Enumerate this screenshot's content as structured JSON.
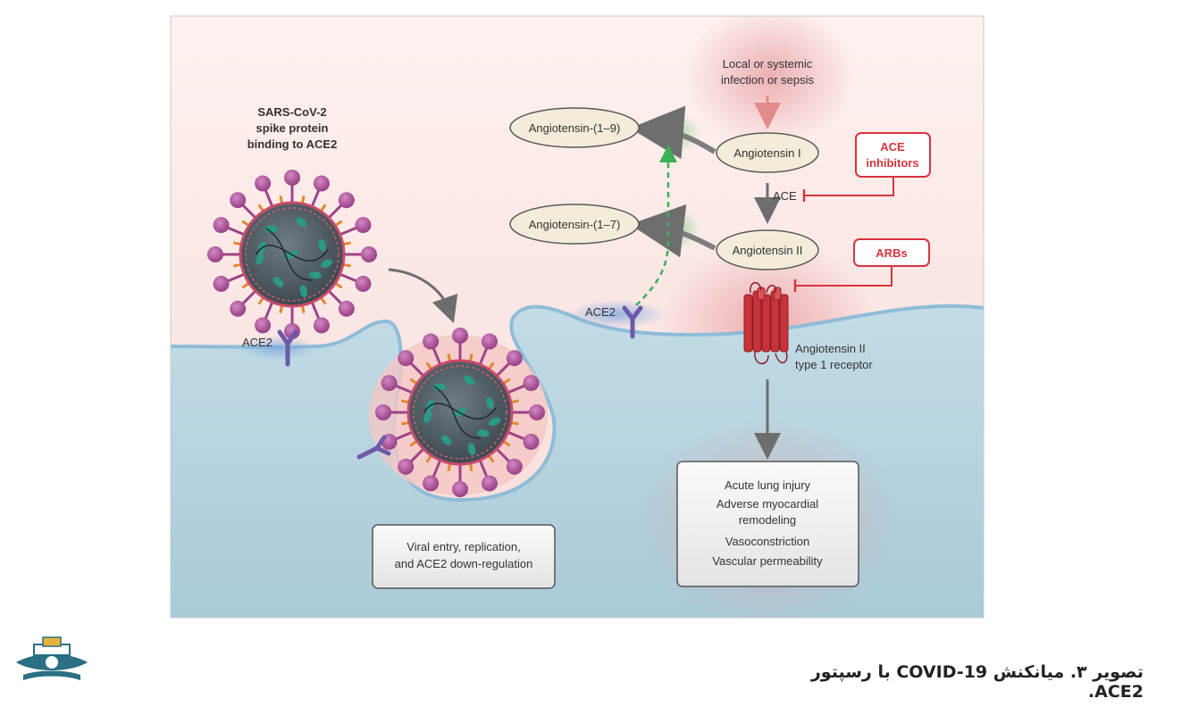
{
  "diagram": {
    "virus_label": [
      "SARS-CoV-2",
      "spike protein",
      "binding to ACE2"
    ],
    "ace2_left": "ACE2",
    "ace2_right": "ACE2",
    "infection_label": [
      "Local or systemic",
      "infection or sepsis"
    ],
    "angiotensin_1_9": "Angiotensin-(1–9)",
    "angiotensin_1_7": "Angiotensin-(1–7)",
    "angiotensin_I": "Angiotensin I",
    "angiotensin_II": "Angiotensin II",
    "ace_label": "ACE",
    "ace_inhibitors": [
      "ACE",
      "inhibitors"
    ],
    "arbs": "ARBs",
    "receptor_label": [
      "Angiotensin II",
      "type 1 receptor"
    ],
    "viral_box": [
      "Viral entry, replication,",
      "and ACE2 down-regulation"
    ],
    "effects_box": [
      "Acute lung injury",
      "Adverse myocardial",
      "remodeling",
      "Vasoconstriction",
      "Vascular permeability"
    ]
  },
  "caption": "تصویر ۳. میانکنش COVID-19 با رسپتور ACE2.",
  "colors": {
    "background": "#fbe9e6",
    "cell": "#bcd8e3",
    "membrane": "#9fc6dc",
    "virus_spike": "#b2589e",
    "virus_core": "#4a5a60",
    "ellipse_fill": "#f3ecd9",
    "inhibitor_red": "#d8343c",
    "receptor_red": "#c8323a",
    "ace2_purple": "#6a5aa8",
    "dashed_green": "#3cb054"
  }
}
